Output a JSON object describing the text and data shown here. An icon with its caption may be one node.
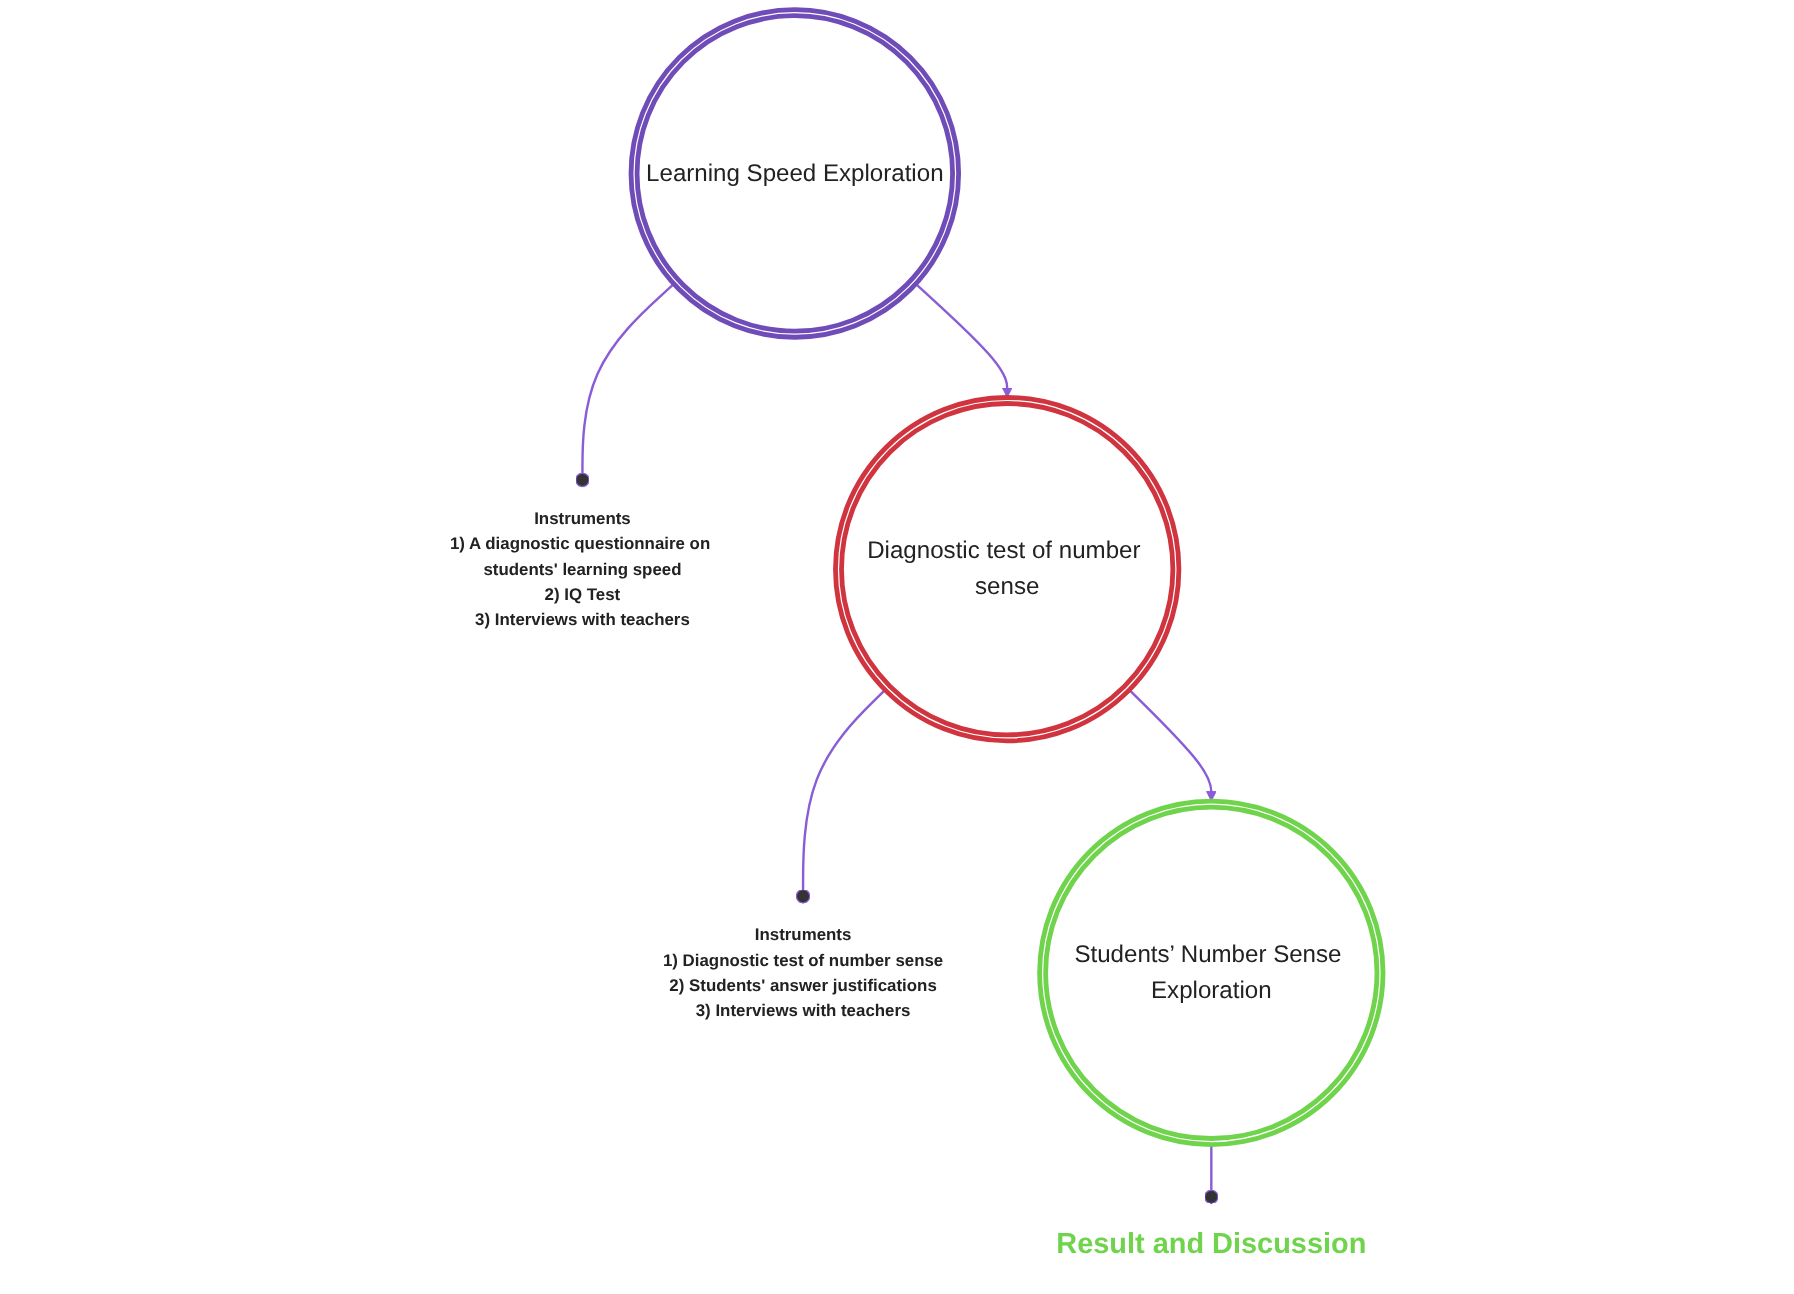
{
  "diagram": {
    "nodes": [
      {
        "text": [
          "Learning Speed Exploration"
        ]
      },
      {
        "text": [
          "Instruments",
          "1) Diagnostic test of number sense",
          "2) Students' answer justifications",
          "3) Interviews with teachers"
        ]
      },
      {
        "text": [
          "Students’ Number Sense Exploration"
        ]
      },
      {
        "text": [
          "Instruments",
          "1) A diagnostic questionnaire on students' learning speed",
          "2) IQ Test",
          "3) Interviews with teachers"
        ]
      },
      {
        "text": [
          "Diagnostic test of number sense"
        ]
      },
      {
        "text": [
          "Result and Discussion"
        ]
      }
    ],
    "edges": [
      {
        "from": 0,
        "to": 3,
        "arrow": "other"
      },
      {
        "from": 0,
        "to": 4,
        "arrow": "to"
      },
      {
        "from": 4,
        "to": 1,
        "arrow": "other"
      },
      {
        "from": 4,
        "to": 2,
        "arrow": "to"
      },
      {
        "from": 2,
        "to": 5,
        "arrow": "other"
      }
    ]
  }
}
